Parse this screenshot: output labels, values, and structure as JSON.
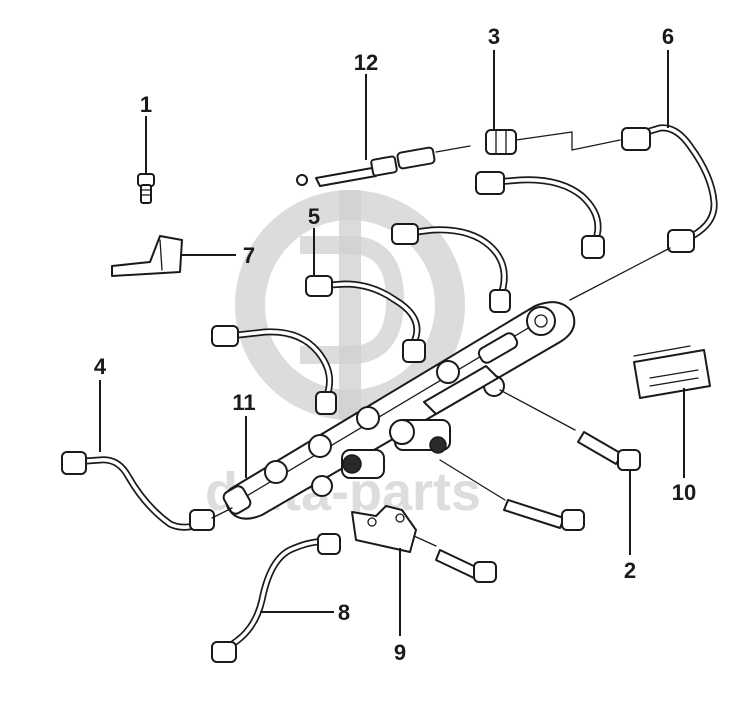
{
  "watermark": {
    "text": "delta-parts"
  },
  "callouts": {
    "c1": "1",
    "c2": "2",
    "c3": "3",
    "c4": "4",
    "c5": "5",
    "c6": "6",
    "c7": "7",
    "c8": "8",
    "c9": "9",
    "c10": "10",
    "c11": "11",
    "c12": "12"
  }
}
